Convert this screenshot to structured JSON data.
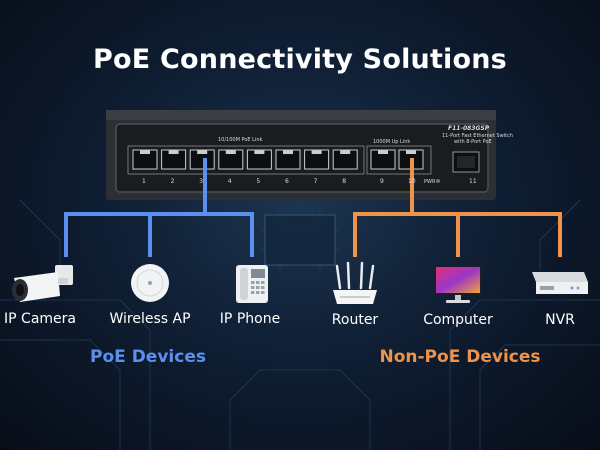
{
  "title": "PoE Connectivity Solutions",
  "switch": {
    "model": "F11-083GSP",
    "desc_line1": "11-Port Fast Ethernet Switch",
    "desc_line2": "with 8-Port PoE",
    "poe_group_label": "10/100M PoE Link",
    "uplink_group_label": "1000M Up Link",
    "pwr_label": "PWR",
    "port_numbers": [
      "1",
      "2",
      "3",
      "4",
      "5",
      "6",
      "7",
      "8",
      "9",
      "10",
      "11"
    ]
  },
  "poe_devices": {
    "label": "PoE Devices",
    "color": "#5b8ff0",
    "items": [
      {
        "label": "IP Camera",
        "icon": "ip-camera-icon"
      },
      {
        "label": "Wireless AP",
        "icon": "wireless-ap-icon"
      },
      {
        "label": "IP Phone",
        "icon": "ip-phone-icon"
      }
    ]
  },
  "non_poe_devices": {
    "label": "Non-PoE Devices",
    "color": "#f0934a",
    "items": [
      {
        "label": "Router",
        "icon": "router-icon"
      },
      {
        "label": "Computer",
        "icon": "computer-icon"
      },
      {
        "label": "NVR",
        "icon": "nvr-icon"
      }
    ]
  }
}
